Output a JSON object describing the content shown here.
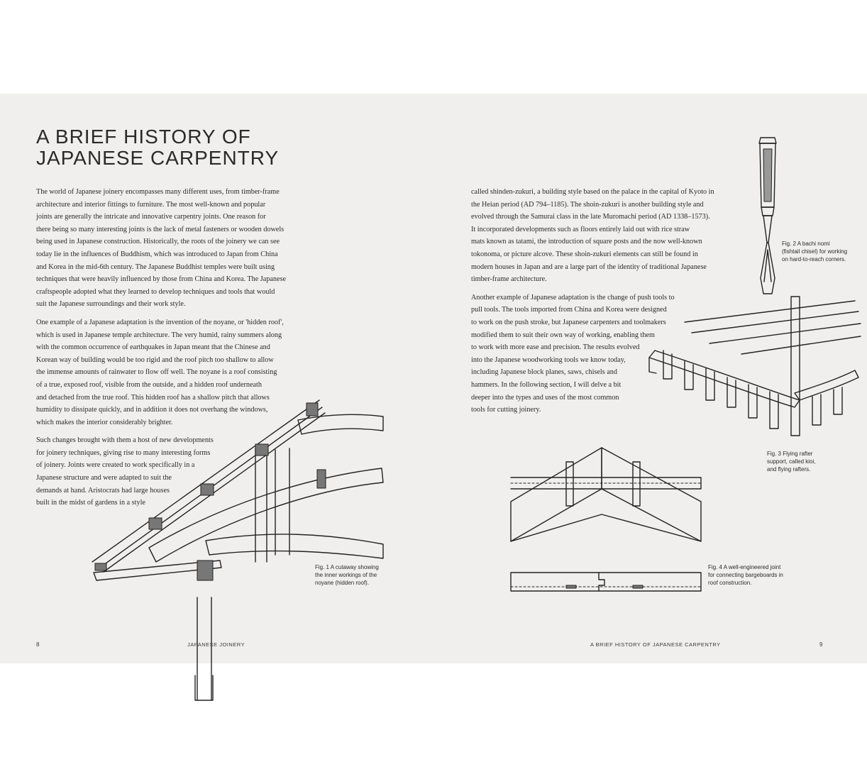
{
  "title_lines": [
    "A BRIEF HISTORY OF",
    "JAPANESE CARPENTRY"
  ],
  "left_column": {
    "p1": [
      "The world of Japanese joinery encompasses many different uses, from timber-frame",
      "architecture and interior fittings to furniture. The most well-known and popular",
      "joints are generally the intricate and innovative carpentry joints. One reason for",
      "there being so many interesting joints is the lack of metal fasteners or wooden dowels",
      "being used in Japanese construction. Historically, the roots of the joinery we can see",
      "today lie in the influences of Buddhism, which was introduced to Japan from China",
      "and Korea in the mid-6th century. The Japanese Buddhist temples were built using",
      "techniques that were heavily influenced by those from China and Korea. The Japanese",
      "craftspeople adopted what they learned to develop techniques and tools that would",
      "suit the Japanese surroundings and their work style."
    ],
    "p2": [
      "One example of a Japanese adaptation is the invention of the noyane, or 'hidden roof',",
      "which is used in Japanese temple architecture. The very humid, rainy summers along",
      "with the common occurrence of earthquakes in Japan meant that the Chinese and",
      "Korean way of building would be too rigid and the roof pitch too shallow to allow",
      "the immense amounts of rainwater to flow off well. The noyane is a roof consisting",
      "of a true, exposed roof, visible from the outside, and a hidden roof underneath",
      "and detached from the true roof. This hidden roof has a shallow pitch that allows",
      "humidity to dissipate quickly, and in addition it does not overhang the windows,",
      "which makes the interior considerably brighter."
    ],
    "p3": [
      "Such changes brought with them a host of new developments",
      "for joinery techniques, giving rise to many interesting forms",
      "of joinery. Joints were created to work specifically in a",
      "Japanese structure and were adapted to suit the",
      "demands at hand. Aristocrats had large houses",
      "built in the midst of gardens in a style"
    ]
  },
  "right_column": {
    "p1": [
      "called shinden-zukuri, a building style based on the palace in the capital of Kyoto in",
      "the Heian period (AD 794–1185). The shoin-zukuri is another building style and",
      "evolved through the Samurai class in the late Muromachi period (AD 1338–1573).",
      "It incorporated developments such as floors entirely laid out with rice straw",
      "mats known as tatami, the introduction of square posts and the now well-known",
      "tokonoma, or picture alcove. These shoin-zukuri elements can still be found in",
      "modern houses in Japan and are a large part of the identity of traditional Japanese",
      "timber-frame architecture."
    ],
    "p2": [
      "Another example of Japanese adaptation is the change of push tools to",
      "pull tools. The tools imported from China and Korea were designed",
      "to work on the push stroke, but Japanese carpenters and toolmakers",
      "modified them to suit their own way of working, enabling them",
      "to work with more ease and precision. The results evolved",
      "into the Japanese woodworking tools we know today,",
      "including Japanese block planes, saws, chisels and",
      "hammers. In the following section, I will delve a bit",
      "deeper into the types and uses of the most common",
      "tools for cutting joinery."
    ]
  },
  "captions": {
    "fig1": [
      "Fig. 1 A cutaway showing",
      "the inner workings of the",
      "noyane (hidden roof)."
    ],
    "fig2": [
      "Fig. 2 A bachi nomi",
      "(fishtail chisel) for working",
      "on hard-to-reach corners."
    ],
    "fig3": [
      "Fig. 3 Flying rafter",
      "support, called kioi,",
      "and flying rafters."
    ],
    "fig4": [
      "Fig. 4 A well-engineered joint",
      "for connecting bargeboards in",
      "roof construction."
    ]
  },
  "footer": {
    "left_page_number": "8",
    "left_running_head": "JAPANESE JOINERY",
    "right_running_head": "A BRIEF HISTORY OF JAPANESE CARPENTRY",
    "right_page_number": "9"
  }
}
